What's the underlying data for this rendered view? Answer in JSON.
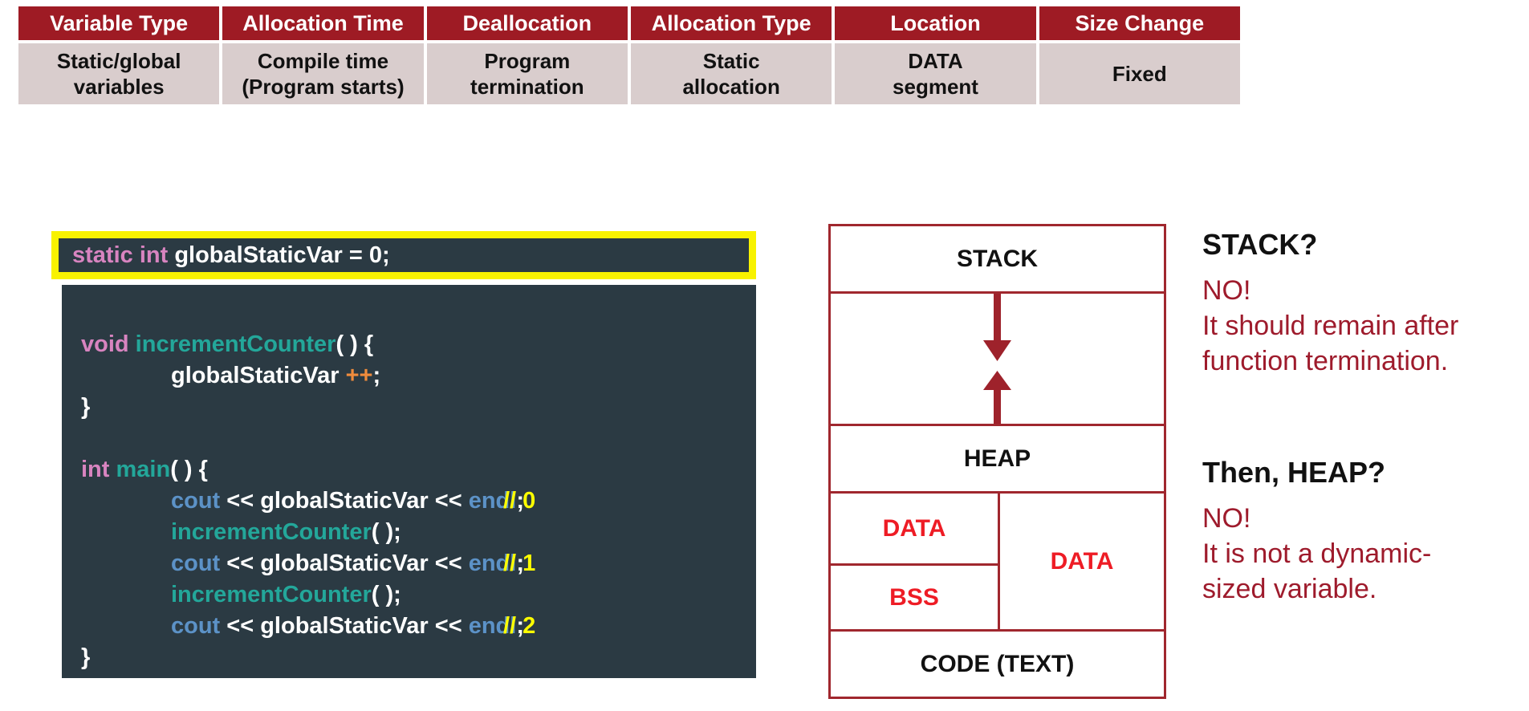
{
  "colors": {
    "table-header-bg": "#9E1B24",
    "table-body-bg": "#D9CDCD",
    "code-bg": "#2B3A43",
    "kw-pink": "#D884C0",
    "fn-teal": "#23A79A",
    "io-blue": "#5C92C7",
    "op-orange": "#F08C3C",
    "comment-yellow": "#FFFF00",
    "highlight-yellow": "#F8F200",
    "diagram-border": "#A0272E",
    "arrow-red": "#9E222B",
    "label-red": "#EE1C25",
    "dark-red-text": "#9E1B2C"
  },
  "table": {
    "headers": [
      "Variable Type",
      "Allocation Time",
      "Deallocation",
      "Allocation Type",
      "Location",
      "Size Change"
    ],
    "row": [
      "Static/global\nvariables",
      "Compile time\n(Program starts)",
      "Program\ntermination",
      "Static\nallocation",
      "DATA\nsegment",
      "Fixed"
    ]
  },
  "code": {
    "highlight_line": [
      {
        "t": "static int ",
        "c": "pink"
      },
      {
        "t": "globalStaticVar = 0;",
        "c": "white"
      }
    ],
    "lines": [
      {
        "segs": []
      },
      {
        "segs": [
          {
            "t": "void ",
            "c": "pink"
          },
          {
            "t": "incrementCounter",
            "c": "teal"
          },
          {
            "t": "( ) {",
            "c": "white"
          }
        ]
      },
      {
        "indent": true,
        "segs": [
          {
            "t": "globalStaticVar ",
            "c": "white"
          },
          {
            "t": "++",
            "c": "orange"
          },
          {
            "t": ";",
            "c": "white"
          }
        ]
      },
      {
        "segs": [
          {
            "t": "}",
            "c": "white"
          }
        ]
      },
      {
        "segs": []
      },
      {
        "segs": [
          {
            "t": "int ",
            "c": "pink"
          },
          {
            "t": "main",
            "c": "teal"
          },
          {
            "t": "( ) {",
            "c": "white"
          }
        ]
      },
      {
        "indent": true,
        "segs": [
          {
            "t": "cout",
            "c": "blue"
          },
          {
            "t": " << globalStaticVar << ",
            "c": "white"
          },
          {
            "t": "endl",
            "c": "blue"
          },
          {
            "t": ";",
            "c": "white"
          },
          {
            "t": "// 0",
            "c": "comment"
          }
        ]
      },
      {
        "indent": true,
        "segs": [
          {
            "t": "incrementCounter",
            "c": "teal"
          },
          {
            "t": "( );",
            "c": "white"
          }
        ]
      },
      {
        "indent": true,
        "segs": [
          {
            "t": "cout",
            "c": "blue"
          },
          {
            "t": " << globalStaticVar << ",
            "c": "white"
          },
          {
            "t": "endl",
            "c": "blue"
          },
          {
            "t": ";",
            "c": "white"
          },
          {
            "t": "// 1",
            "c": "comment"
          }
        ]
      },
      {
        "indent": true,
        "segs": [
          {
            "t": "incrementCounter",
            "c": "teal"
          },
          {
            "t": "( );",
            "c": "white"
          }
        ]
      },
      {
        "indent": true,
        "segs": [
          {
            "t": "cout",
            "c": "blue"
          },
          {
            "t": " << globalStaticVar << ",
            "c": "white"
          },
          {
            "t": "endl",
            "c": "blue"
          },
          {
            "t": ";",
            "c": "white"
          },
          {
            "t": "// 2",
            "c": "comment"
          }
        ]
      },
      {
        "segs": [
          {
            "t": "}",
            "c": "white"
          }
        ]
      }
    ]
  },
  "diagram": {
    "stack_label": "STACK",
    "heap_label": "HEAP",
    "data_label": "DATA",
    "bss_label": "BSS",
    "data_segment_label": "DATA",
    "code_label": "CODE (TEXT)"
  },
  "annotations": {
    "stack_q": "STACK?",
    "stack_a": "NO!\nIt should remain after\nfunction termination.",
    "heap_q": "Then, HEAP?",
    "heap_a": "NO!\nIt is not a dynamic-\nsized variable."
  }
}
